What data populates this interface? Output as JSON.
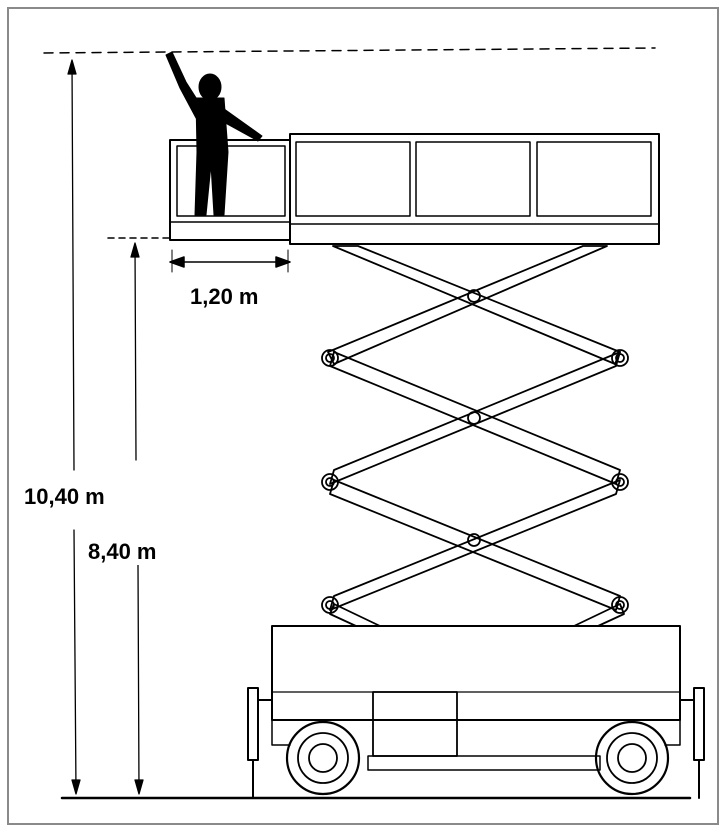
{
  "dimensions": {
    "total_height_label": "10,40 m",
    "platform_height_label": "8,40 m",
    "extension_width_label": "1,20 m"
  },
  "colors": {
    "line": "#000000",
    "frame": "#8a8a8a",
    "background": "#ffffff"
  }
}
